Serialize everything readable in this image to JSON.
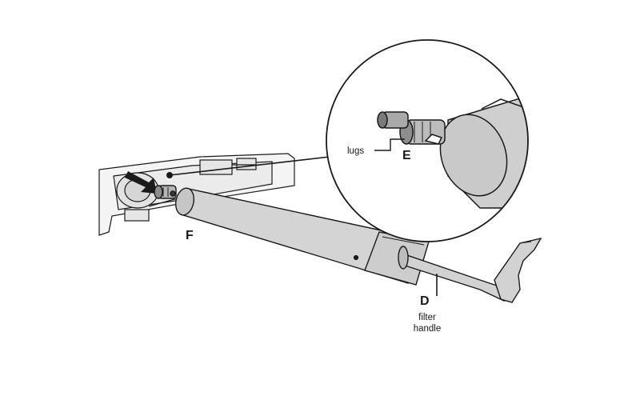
{
  "labels": {
    "lugs": "lugs",
    "e": "E",
    "f": "F",
    "d": "D",
    "filter_handle_line1": "filter",
    "filter_handle_line2": "handle"
  },
  "colors": {
    "stroke": "#1a1a1a",
    "filter_body": "#d4d4d4",
    "filter_cap": "#cfcfcf",
    "handle": "#d2d2d2",
    "housing": "#f2f2f2",
    "arrow": "#1a1a1a",
    "background": "#ffffff"
  },
  "icons": {
    "insert_arrow": "arrow-pointing-into-housing"
  }
}
